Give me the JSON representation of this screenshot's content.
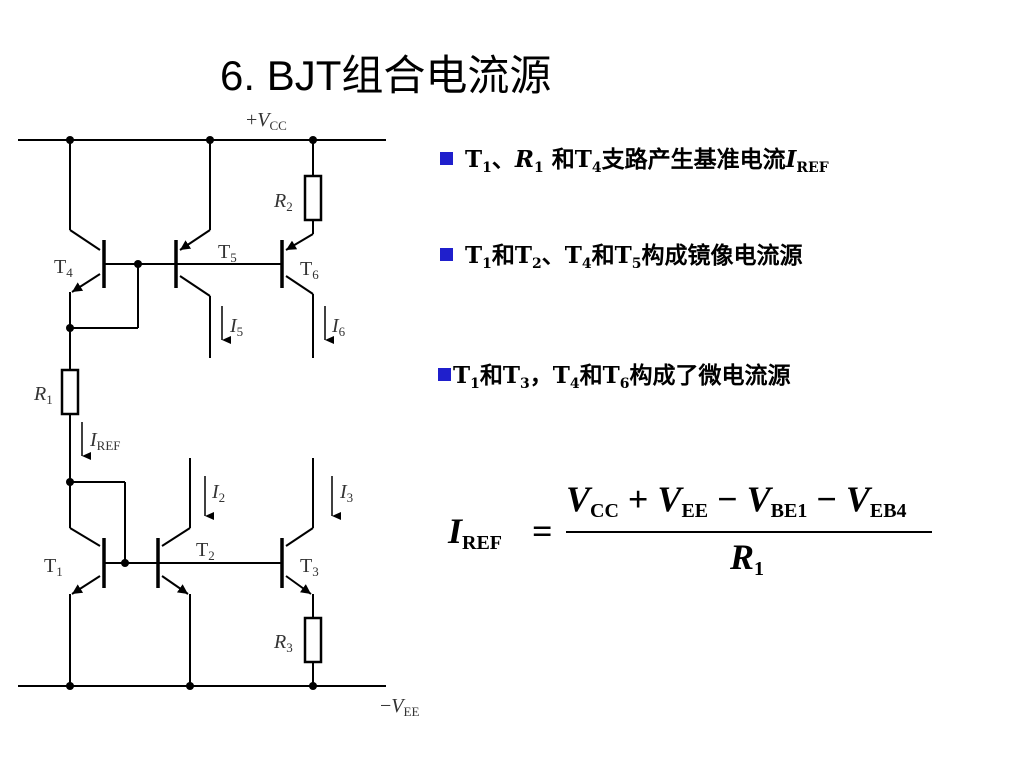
{
  "title": "6. BJT组合电流源",
  "circuit": {
    "vcc": {
      "sign": "+",
      "v": "V",
      "sub": "CC"
    },
    "vee": {
      "sign": "−",
      "v": "V",
      "sub": "EE"
    },
    "transistors": [
      {
        "name": "T",
        "sub": "4"
      },
      {
        "name": "T",
        "sub": "5"
      },
      {
        "name": "T",
        "sub": "6"
      },
      {
        "name": "T",
        "sub": "1"
      },
      {
        "name": "T",
        "sub": "2"
      },
      {
        "name": "T",
        "sub": "3"
      }
    ],
    "resistors": [
      {
        "name": "R",
        "sub": "2"
      },
      {
        "name": "R",
        "sub": "1"
      },
      {
        "name": "R",
        "sub": "3"
      }
    ],
    "currents": [
      {
        "name": "I",
        "sub": "5"
      },
      {
        "name": "I",
        "sub": "6"
      },
      {
        "name": "I",
        "sub": "REF"
      },
      {
        "name": "I",
        "sub": "2"
      },
      {
        "name": "I",
        "sub": "3"
      }
    ]
  },
  "bullets": {
    "b1": {
      "t1": "T",
      "s1": "1",
      "sep": "、",
      "r": "R",
      "s2": "1",
      "mid": " 和T",
      "s3": "4",
      "text": "支路产生基准电流",
      "i": "I",
      "s4": "REF"
    },
    "b2": {
      "t1": "T",
      "s1": "1",
      "mid1": "和T",
      "s2": "2",
      "sep": "、T",
      "s3": "4",
      "mid2": "和T",
      "s4": "5",
      "text": "构成镜像电流源"
    },
    "b3": {
      "t1": "T",
      "s1": "1",
      "mid1": "和T",
      "s2": "3",
      "sep": "，T",
      "s3": "4",
      "mid2": "和T",
      "s4": "6",
      "text": "构成了微电流源"
    }
  },
  "formula": {
    "lhs": "I",
    "lhs_sub": "REF",
    "eq": "=",
    "num": [
      {
        "sym": "V",
        "sub": "CC",
        "op": " +"
      },
      {
        "sym": "V",
        "sub": "EE",
        "op": " −"
      },
      {
        "sym": "V",
        "sub": "BE1",
        "op": " −"
      },
      {
        "sym": "V",
        "sub": "EB4",
        "op": ""
      }
    ],
    "den": "R",
    "den_sub": "1"
  }
}
